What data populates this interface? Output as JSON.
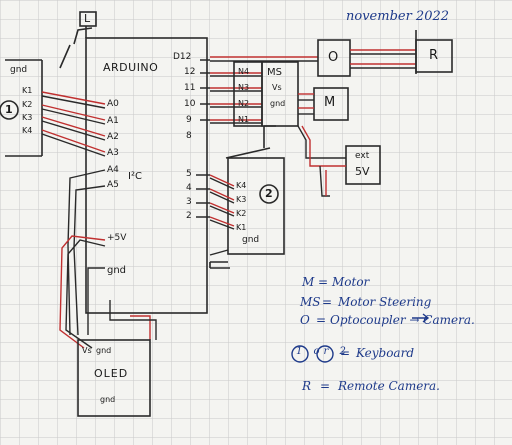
{
  "header": {
    "date": "november 2022"
  },
  "blocks": {
    "arduino": {
      "name": "ARDUINO",
      "pin_d12": "D12",
      "pins_right": [
        "12",
        "11",
        "10",
        "9",
        "8",
        "5",
        "4",
        "3",
        "2"
      ],
      "pins_left": [
        "A0",
        "A1",
        "A2",
        "A3",
        "A4",
        "A5"
      ],
      "i2c": "I²C",
      "plus5v": "+5V",
      "gnd": "gnd"
    },
    "top_box": {
      "label": "L"
    },
    "keypad_left": {
      "gnd": "gnd",
      "number": "1",
      "keys": [
        "K1",
        "K2",
        "K3",
        "K4"
      ]
    },
    "keypad_right": {
      "number": "2",
      "keys": [
        "K4",
        "K3",
        "K2",
        "K1"
      ],
      "gnd": "gnd"
    },
    "motor_steering": {
      "title": "MS",
      "inputs": [
        "N4",
        "N3",
        "N2",
        "N1"
      ],
      "vs": "Vs",
      "gnd": "gnd"
    },
    "optocoupler": {
      "label": "O"
    },
    "motor": {
      "label": "M"
    },
    "remote": {
      "label": "R"
    },
    "ext_supply": {
      "line1": "ext",
      "line2": "5V"
    },
    "oled": {
      "name": "OLED",
      "pin_vs": "Vs",
      "pin_gnd": "gnd",
      "pin_bottom": "gnd"
    }
  },
  "legend": [
    {
      "key": "M",
      "value": "Motor"
    },
    {
      "key": "MS",
      "value": "Motor Steering"
    },
    {
      "key": "O",
      "value": "Optocoupler → Camera."
    },
    {
      "key": "1 or 2",
      "value": "Keyboard"
    },
    {
      "key": "R",
      "value": "Remote Camera."
    }
  ],
  "colors": {
    "ink": "#2a2a2a",
    "red": "#c03030",
    "blue": "#1e3a8a",
    "grid": "#c9c9c9",
    "paper": "#f4f4f1"
  }
}
